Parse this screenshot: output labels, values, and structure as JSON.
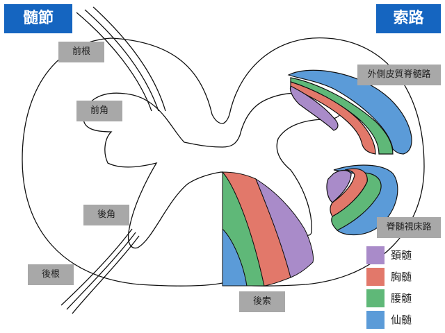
{
  "titles": {
    "left": "髄節",
    "right": "索路"
  },
  "labels": {
    "anterior_root": "前根",
    "anterior_horn": "前角",
    "posterior_horn": "後角",
    "posterior_root": "後根",
    "posterior_funiculus": "後索",
    "lateral_corticospinal": "外側皮質脊髄路",
    "spinothalamic": "脊髄視床路"
  },
  "legend": [
    {
      "label": "頚髄",
      "color": "#a98bc9"
    },
    {
      "label": "胸髄",
      "color": "#e2786a"
    },
    {
      "label": "腰髄",
      "color": "#5fb878"
    },
    {
      "label": "仙髄",
      "color": "#5b9bd8"
    }
  ],
  "colors": {
    "title_bg": "#1565c0",
    "label_bg": "#a8a8a8"
  }
}
